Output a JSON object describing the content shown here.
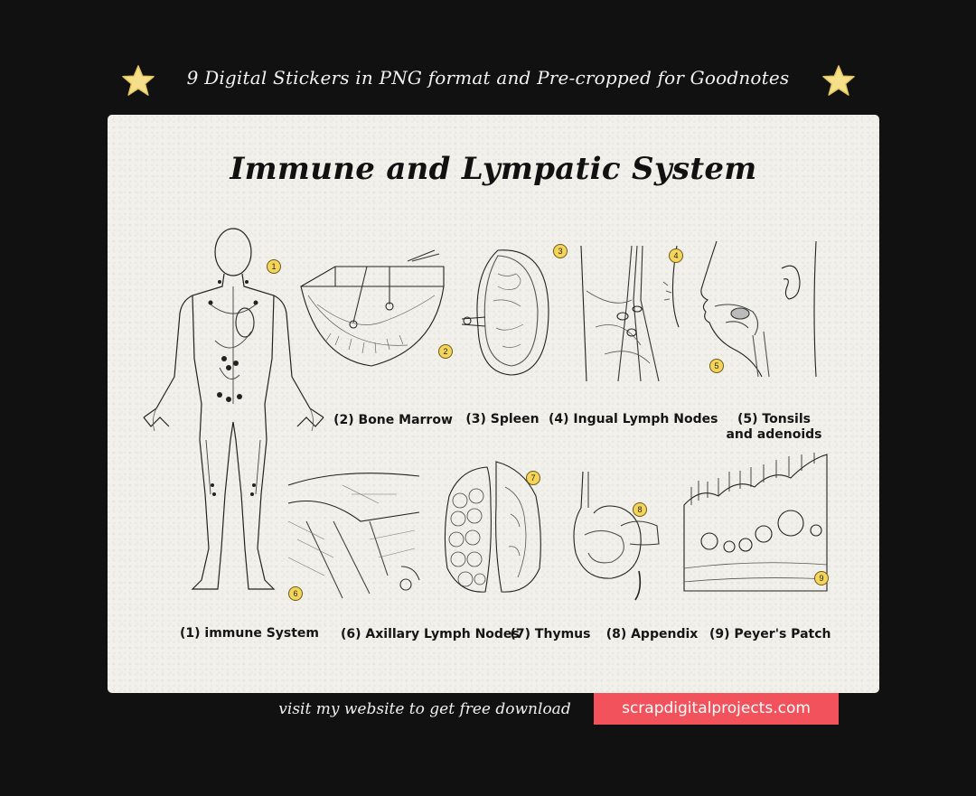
{
  "banner": {
    "top_text": "9 Digital Stickers in PNG format and Pre-cropped for Goodnotes"
  },
  "card": {
    "title": "Immune and Lympatic System"
  },
  "stickers": [
    {
      "number": "1",
      "caption": "(1) immune System"
    },
    {
      "number": "2",
      "caption": "(2) Bone Marrow"
    },
    {
      "number": "3",
      "caption": "(3) Spleen"
    },
    {
      "number": "4",
      "caption": "(4) Ingual Lymph Nodes"
    },
    {
      "number": "5",
      "caption": "(5) Tonsils and adenoids"
    },
    {
      "number": "6",
      "caption": "(6) Axillary Lymph Nodes"
    },
    {
      "number": "7",
      "caption": "(7) Thymus"
    },
    {
      "number": "8",
      "caption": "(8) Appendix"
    },
    {
      "number": "9",
      "caption": "(9) Peyer's Patch"
    }
  ],
  "footer": {
    "text": "visit my website to get free download",
    "link": "scrapdigitalprojects.com"
  },
  "colors": {
    "background": "#111111",
    "card": "#f1f0ea",
    "link_bg": "#f2525b",
    "star": "#f6df8a",
    "badge": "#f5d45a"
  },
  "icons": [
    "star-icon"
  ]
}
